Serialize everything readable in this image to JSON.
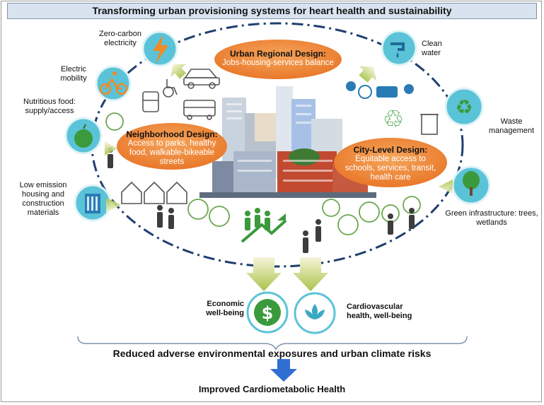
{
  "title": "Transforming urban provisioning systems for heart health and sustainability",
  "design_bubbles": {
    "urban_regional": {
      "heading": "Urban Regional Design:",
      "body": "Jobs-housing-services balance"
    },
    "neighborhood": {
      "heading": "Neighborhood Design:",
      "body": "Access to parks, healthy food, walkable-bikeable streets"
    },
    "city_level": {
      "heading": "City-Level Design:",
      "body": "Equitable access to schools, services, transit, health care"
    }
  },
  "provisioning_systems": {
    "zero_carbon": "Zero-carbon electricity",
    "electric_mobility": "Electric mobility",
    "nutritious_food": "Nutritious food: supply/access",
    "low_emission_housing": "Low emission housing and construction materials",
    "clean_water": "Clean water",
    "waste": "Waste management",
    "green_infra": "Green infrastructure: trees, wetlands"
  },
  "outcomes": {
    "economic": "Economic well-being",
    "cardio": "Cardiovascular health, well-being"
  },
  "bottom": {
    "reduced": "Reduced adverse environmental exposures and urban climate risks",
    "improved": "Improved Cardiometabolic Health"
  },
  "colors": {
    "ellipse": "#1f3f6e",
    "icon_circle": "#5bc3d8",
    "bubble_orange": "#ee8a3c",
    "tree_green": "#6aa84f",
    "arrow_blue": "#2f6fd1"
  }
}
